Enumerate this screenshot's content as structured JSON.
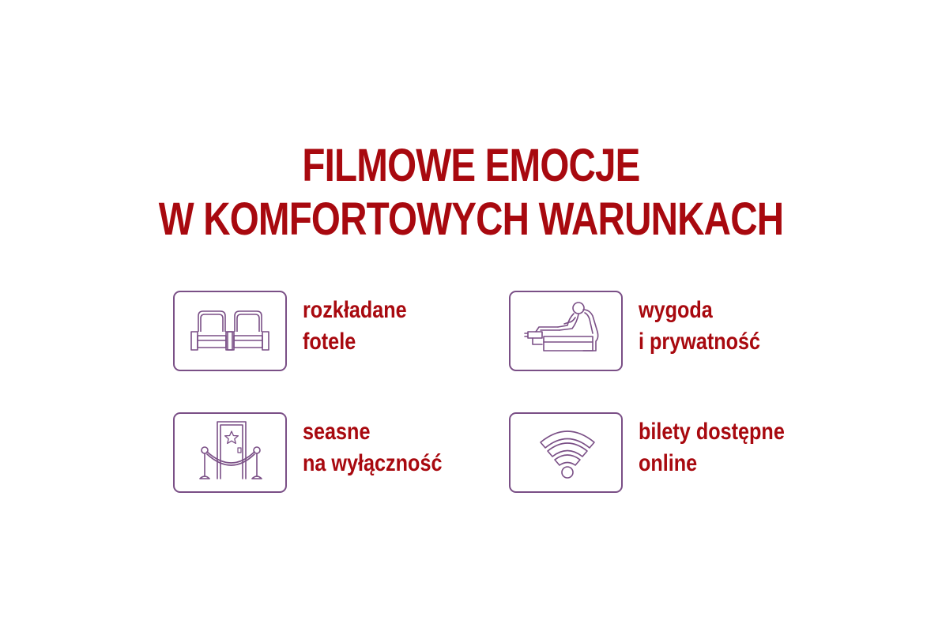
{
  "headline": {
    "line1": "FILMOWE EMOCJE",
    "line2": "W KOMFORTOWYCH WARUNKACH"
  },
  "colors": {
    "text_red": "#a8090f",
    "icon_purple": "#7a4f86",
    "background": "#ffffff"
  },
  "features": [
    {
      "icon": "reclining-seats-icon",
      "line1": "rozkładane",
      "line2": "fotele"
    },
    {
      "icon": "reclining-person-icon",
      "line1": "wygoda",
      "line2": "i prywatność"
    },
    {
      "icon": "private-door-rope-icon",
      "line1": "seasne",
      "line2": "na wyłączność"
    },
    {
      "icon": "wifi-icon",
      "line1": "bilety dostępne",
      "line2": "online"
    }
  ]
}
